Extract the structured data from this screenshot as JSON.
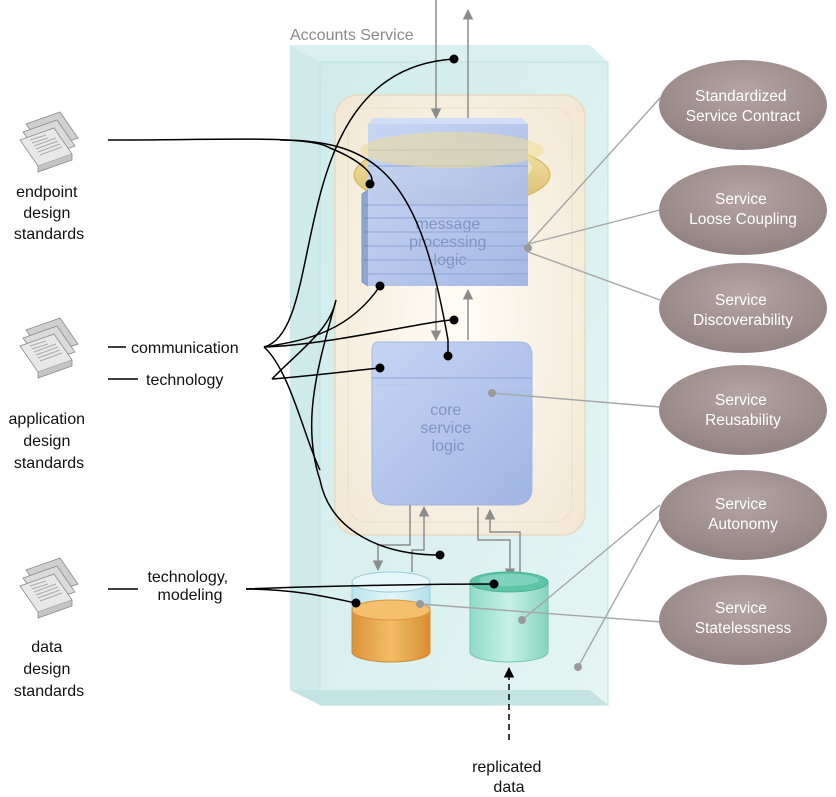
{
  "service_title": "Accounts Service",
  "standards": [
    {
      "lines": [
        "endpoint",
        "design",
        "standards"
      ]
    },
    {
      "lines": [
        "application",
        "design",
        "standards"
      ]
    },
    {
      "lines": [
        "data",
        "design",
        "standards"
      ]
    }
  ],
  "connector_labels": {
    "communication": "communication",
    "technology": "technology",
    "technology_modeling": [
      "technology,",
      "modeling"
    ]
  },
  "message_logic": [
    "message",
    "processing",
    "logic"
  ],
  "core_logic": [
    "core",
    "service",
    "logic"
  ],
  "principles": [
    {
      "lines": [
        "Standardized",
        "Service Contract"
      ]
    },
    {
      "lines": [
        "Service",
        "Loose Coupling"
      ]
    },
    {
      "lines": [
        "Service",
        "Discoverability"
      ]
    },
    {
      "lines": [
        "Service",
        "Reusability"
      ]
    },
    {
      "lines": [
        "Service",
        "Autonomy"
      ]
    },
    {
      "lines": [
        "Service",
        "Statelessness"
      ]
    }
  ],
  "replicated_data": [
    "replicated",
    "data"
  ],
  "colors": {
    "ellipse": "#9a8a8a",
    "glass": "#d5efee",
    "message_box": "#a9bde6",
    "core_box": "#b8c9ee",
    "gold_ring": "#e2c77a",
    "db_orange": "#e9a54a",
    "db_teal": "#7ed3be",
    "connector": "#000000",
    "gray_line": "#a6a6a6"
  },
  "icons": [
    "document-stack-icon",
    "database-icon",
    "arrow-icon"
  ]
}
